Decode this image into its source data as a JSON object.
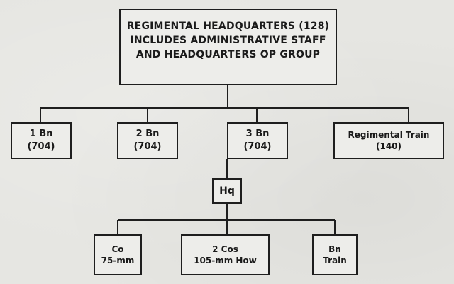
{
  "diagram": {
    "root": {
      "lines": [
        "REGIMENTAL HEADQUARTERS (128)",
        "INCLUDES ADMINISTRATIVE STAFF",
        "AND HEADQUARTERS OP GROUP"
      ]
    },
    "units": [
      {
        "id": "bn1",
        "line1": "1 Bn",
        "line2": "(704)"
      },
      {
        "id": "bn2",
        "line1": "2 Bn",
        "line2": "(704)"
      },
      {
        "id": "bn3",
        "line1": "3 Bn",
        "line2": "(704)"
      },
      {
        "id": "train",
        "line1": "Regimental Train",
        "line2": "(140)"
      }
    ],
    "hq": {
      "label": "Hq"
    },
    "subunits": [
      {
        "id": "co",
        "line1": "Co",
        "line2": "75-mm"
      },
      {
        "id": "cos",
        "line1": "2 Cos",
        "line2": "105-mm How"
      },
      {
        "id": "bntrain",
        "line1": "Bn",
        "line2": "Train"
      }
    ]
  }
}
